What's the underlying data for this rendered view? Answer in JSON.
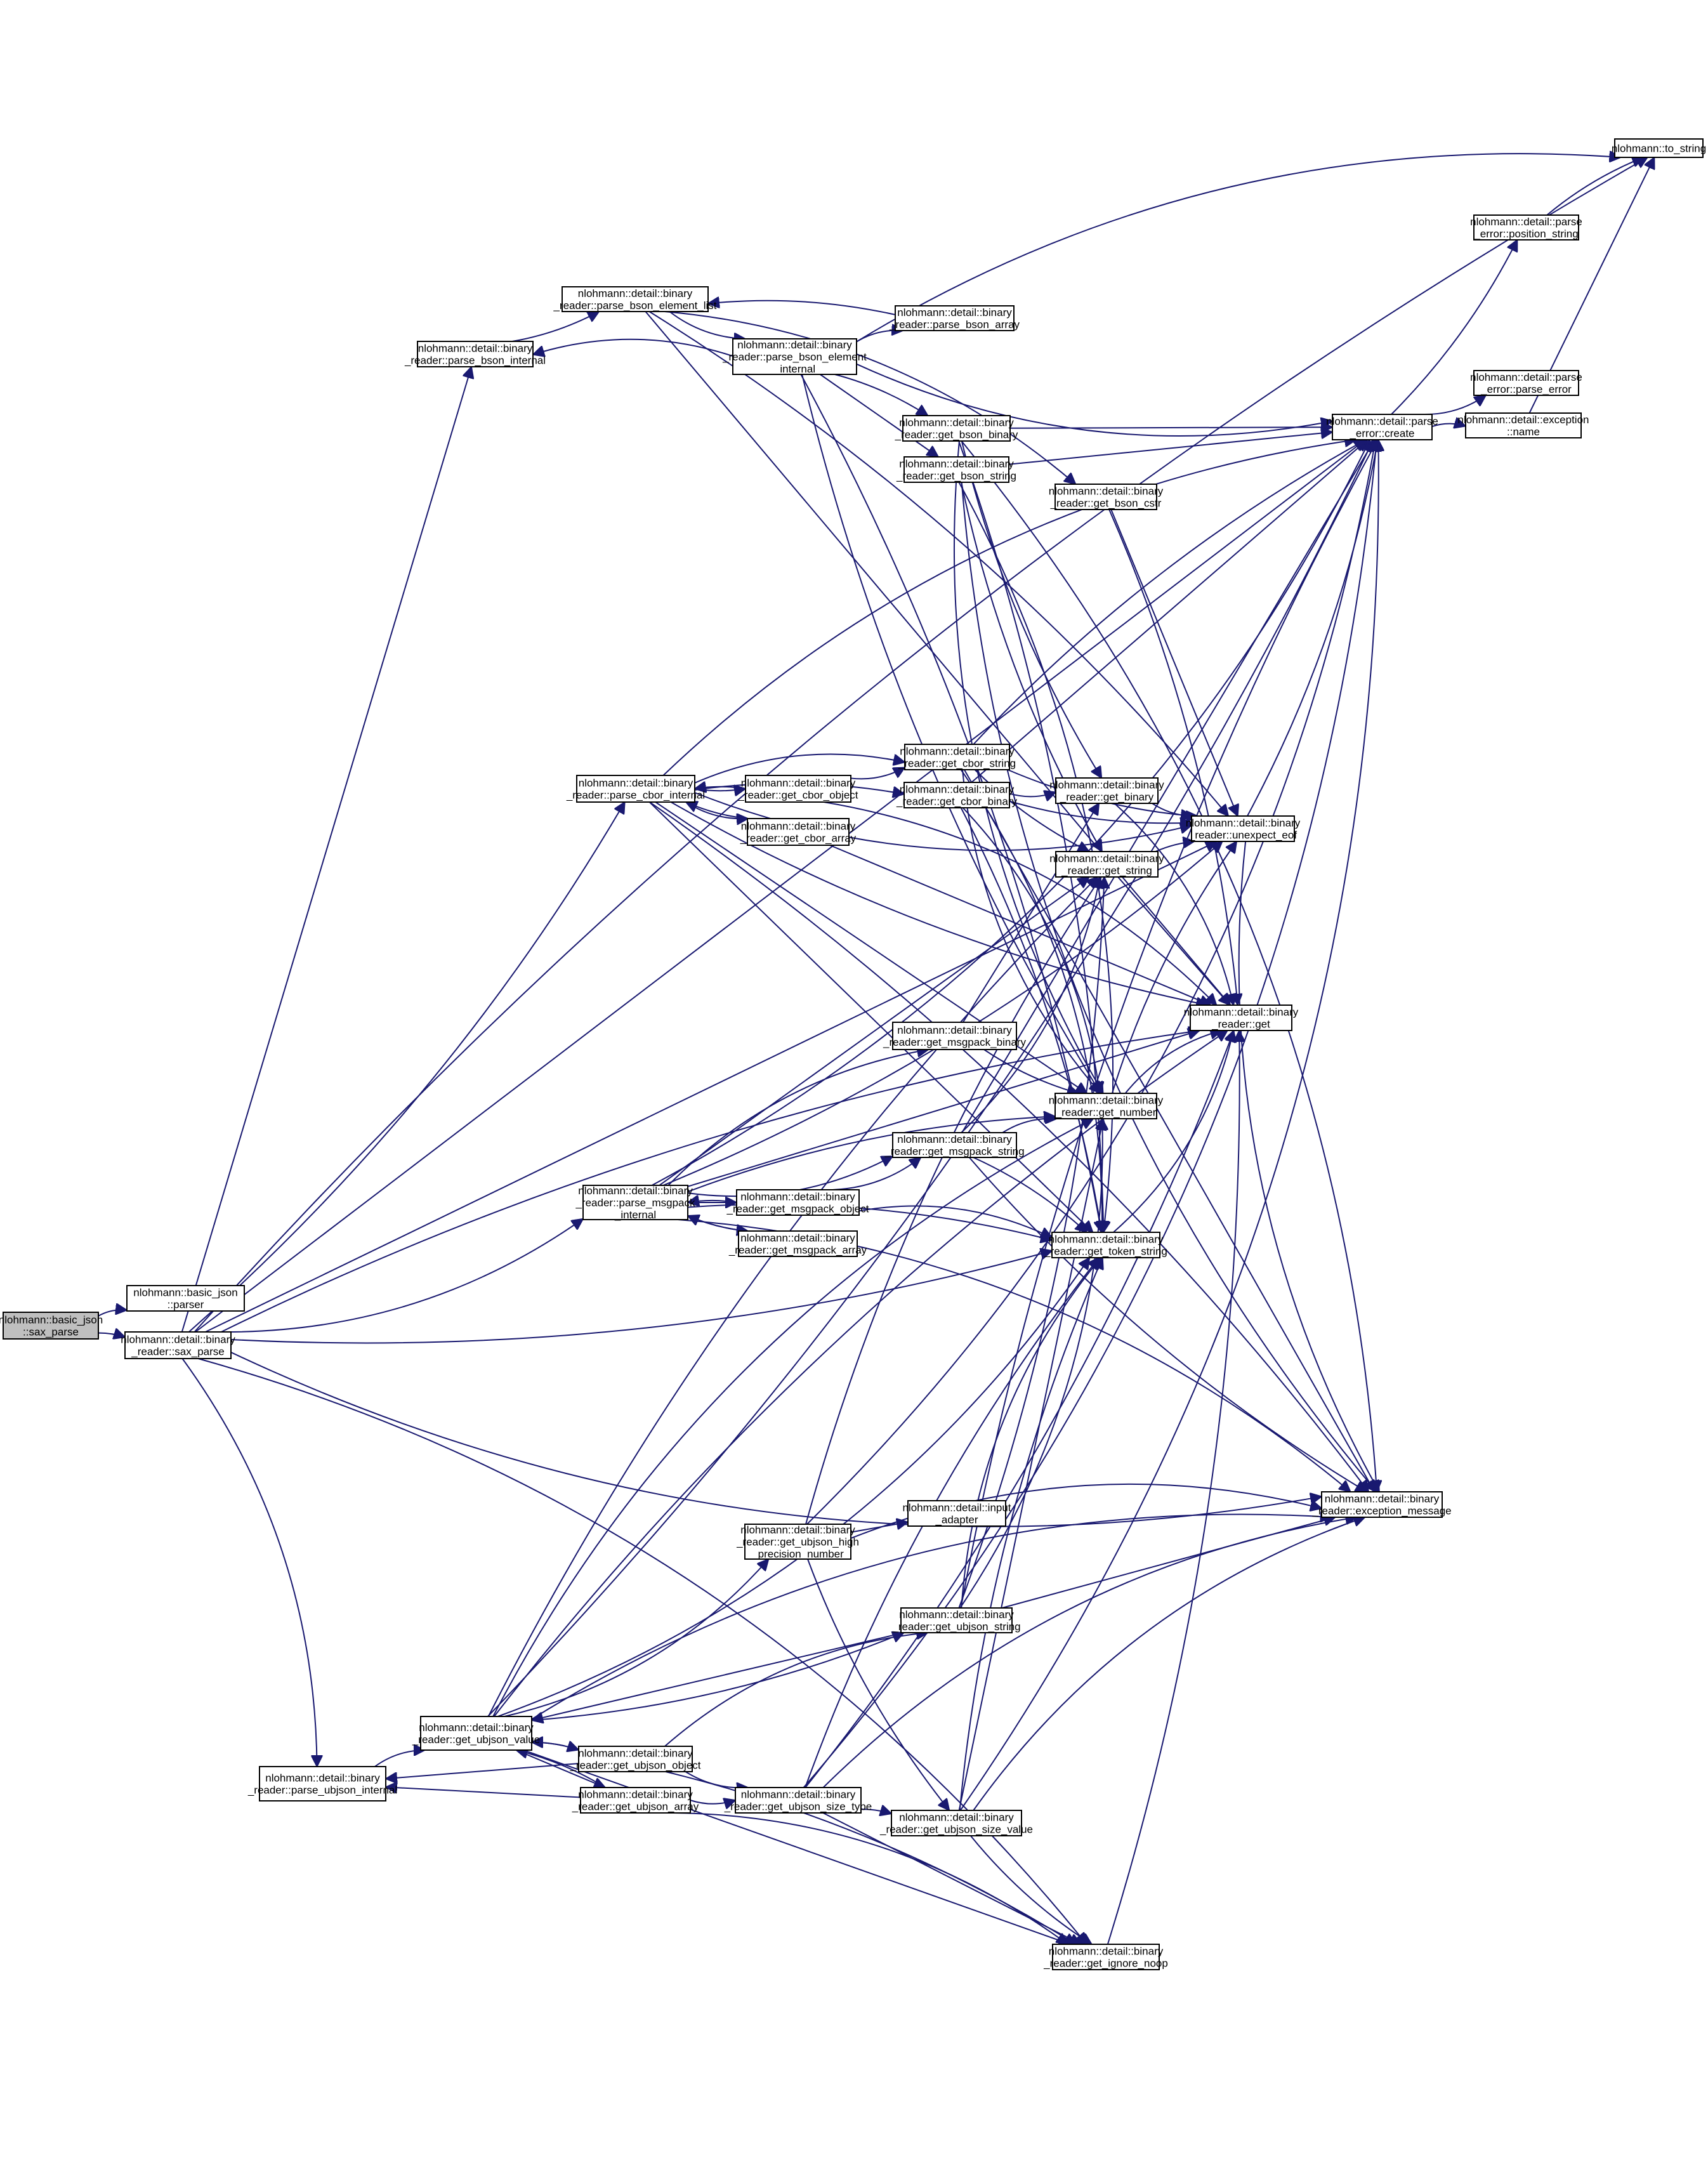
{
  "graph": {
    "type": "call-graph",
    "colors": {
      "edge": "#191970",
      "root_fill": "#bfbfbf",
      "node_fill": "#ffffff",
      "border": "#000000"
    },
    "nodes": [
      {
        "id": "root",
        "lines": [
          "nlohmann::basic_json",
          "::sax_parse"
        ],
        "root": true
      },
      {
        "id": "parser",
        "lines": [
          "nlohmann::basic_json",
          "::parser"
        ]
      },
      {
        "id": "sax_parse",
        "lines": [
          "nlohmann::detail::binary",
          "_reader::sax_parse"
        ]
      },
      {
        "id": "parse_bson_internal",
        "lines": [
          "nlohmann::detail::binary",
          "_reader::parse_bson_internal"
        ]
      },
      {
        "id": "parse_bson_element_list",
        "lines": [
          "nlohmann::detail::binary",
          "_reader::parse_bson_element_list"
        ]
      },
      {
        "id": "parse_bson_array",
        "lines": [
          "nlohmann::detail::binary",
          "_reader::parse_bson_array"
        ]
      },
      {
        "id": "parse_bson_element_internal",
        "lines": [
          "nlohmann::detail::binary",
          "_reader::parse_bson_element",
          "_internal"
        ]
      },
      {
        "id": "get_bson_binary",
        "lines": [
          "nlohmann::detail::binary",
          "_reader::get_bson_binary"
        ]
      },
      {
        "id": "get_bson_string",
        "lines": [
          "nlohmann::detail::binary",
          "_reader::get_bson_string"
        ]
      },
      {
        "id": "get_bson_cstr",
        "lines": [
          "nlohmann::detail::binary",
          "_reader::get_bson_cstr"
        ]
      },
      {
        "id": "create",
        "lines": [
          "nlohmann::detail::parse",
          "_error::create"
        ]
      },
      {
        "id": "position_string",
        "lines": [
          "nlohmann::detail::parse",
          "_error::position_string"
        ]
      },
      {
        "id": "parse_error",
        "lines": [
          "nlohmann::detail::parse",
          "_error::parse_error"
        ]
      },
      {
        "id": "exception_name",
        "lines": [
          "nlohmann::detail::exception",
          "::name"
        ]
      },
      {
        "id": "to_string",
        "lines": [
          "nlohmann::to_string"
        ]
      },
      {
        "id": "parse_cbor_internal",
        "lines": [
          "nlohmann::detail::binary",
          "_reader::parse_cbor_internal"
        ]
      },
      {
        "id": "get_cbor_object",
        "lines": [
          "nlohmann::detail::binary",
          "_reader::get_cbor_object"
        ]
      },
      {
        "id": "get_cbor_array",
        "lines": [
          "nlohmann::detail::binary",
          "_reader::get_cbor_array"
        ]
      },
      {
        "id": "get_cbor_string",
        "lines": [
          "nlohmann::detail::binary",
          "_reader::get_cbor_string"
        ]
      },
      {
        "id": "get_cbor_binary",
        "lines": [
          "nlohmann::detail::binary",
          "_reader::get_cbor_binary"
        ]
      },
      {
        "id": "get_binary",
        "lines": [
          "nlohmann::detail::binary",
          "_reader::get_binary"
        ]
      },
      {
        "id": "get_string",
        "lines": [
          "nlohmann::detail::binary",
          "_reader::get_string"
        ]
      },
      {
        "id": "unexpect_eof",
        "lines": [
          "nlohmann::detail::binary",
          "_reader::unexpect_eof"
        ]
      },
      {
        "id": "get",
        "lines": [
          "nlohmann::detail::binary",
          "_reader::get"
        ]
      },
      {
        "id": "get_msgpack_binary",
        "lines": [
          "nlohmann::detail::binary",
          "_reader::get_msgpack_binary"
        ]
      },
      {
        "id": "get_number",
        "lines": [
          "nlohmann::detail::binary",
          "_reader::get_number"
        ]
      },
      {
        "id": "get_msgpack_string",
        "lines": [
          "nlohmann::detail::binary",
          "_reader::get_msgpack_string"
        ]
      },
      {
        "id": "parse_msgpack_internal",
        "lines": [
          "nlohmann::detail::binary",
          "_reader::parse_msgpack",
          "_internal"
        ]
      },
      {
        "id": "get_msgpack_object",
        "lines": [
          "nlohmann::detail::binary",
          "_reader::get_msgpack_object"
        ]
      },
      {
        "id": "get_msgpack_array",
        "lines": [
          "nlohmann::detail::binary",
          "_reader::get_msgpack_array"
        ]
      },
      {
        "id": "get_token_string",
        "lines": [
          "nlohmann::detail::binary",
          "_reader::get_token_string"
        ]
      },
      {
        "id": "exception_message",
        "lines": [
          "nlohmann::detail::binary",
          "_reader::exception_message"
        ]
      },
      {
        "id": "input_adapter",
        "lines": [
          "nlohmann::detail::input",
          "_adapter"
        ]
      },
      {
        "id": "get_ubjson_high_precision_number",
        "lines": [
          "nlohmann::detail::binary",
          "_reader::get_ubjson_high",
          "_precision_number"
        ]
      },
      {
        "id": "get_ubjson_string",
        "lines": [
          "nlohmann::detail::binary",
          "_reader::get_ubjson_string"
        ]
      },
      {
        "id": "get_ubjson_value",
        "lines": [
          "nlohmann::detail::binary",
          "_reader::get_ubjson_value"
        ]
      },
      {
        "id": "parse_ubjson_internal",
        "lines": [
          "nlohmann::detail::binary",
          "_reader::parse_ubjson_internal"
        ]
      },
      {
        "id": "get_ubjson_object",
        "lines": [
          "nlohmann::detail::binary",
          "_reader::get_ubjson_object"
        ]
      },
      {
        "id": "get_ubjson_array",
        "lines": [
          "nlohmann::detail::binary",
          "_reader::get_ubjson_array"
        ]
      },
      {
        "id": "get_ubjson_size_type",
        "lines": [
          "nlohmann::detail::binary",
          "_reader::get_ubjson_size_type"
        ]
      },
      {
        "id": "get_ubjson_size_value",
        "lines": [
          "nlohmann::detail::binary",
          "_reader::get_ubjson_size_value"
        ]
      },
      {
        "id": "get_ignore_noop",
        "lines": [
          "nlohmann::detail::binary",
          "_reader::get_ignore_noop"
        ]
      }
    ],
    "edges": [
      [
        "root",
        "parser"
      ],
      [
        "root",
        "sax_parse"
      ],
      [
        "sax_parse",
        "parse_bson_internal"
      ],
      [
        "sax_parse",
        "parse_cbor_internal"
      ],
      [
        "sax_parse",
        "parse_msgpack_internal"
      ],
      [
        "sax_parse",
        "parse_ubjson_internal"
      ],
      [
        "sax_parse",
        "to_string"
      ],
      [
        "sax_parse",
        "create"
      ],
      [
        "sax_parse",
        "get_token_string"
      ],
      [
        "sax_parse",
        "exception_message"
      ],
      [
        "sax_parse",
        "get_ignore_noop"
      ],
      [
        "sax_parse",
        "get"
      ],
      [
        "sax_parse",
        "unexpect_eof"
      ],
      [
        "parse_bson_internal",
        "parse_bson_element_list"
      ],
      [
        "parse_bson_element_list",
        "parse_bson_element_internal"
      ],
      [
        "parse_bson_element_list",
        "get_bson_cstr"
      ],
      [
        "parse_bson_element_list",
        "unexpect_eof"
      ],
      [
        "parse_bson_element_list",
        "get"
      ],
      [
        "parse_bson_array",
        "parse_bson_element_list"
      ],
      [
        "parse_bson_element_internal",
        "parse_bson_internal"
      ],
      [
        "parse_bson_element_internal",
        "parse_bson_array"
      ],
      [
        "parse_bson_element_internal",
        "get_bson_binary"
      ],
      [
        "parse_bson_element_internal",
        "get_bson_string"
      ],
      [
        "parse_bson_element_internal",
        "get_number"
      ],
      [
        "parse_bson_element_internal",
        "create"
      ],
      [
        "parse_bson_element_internal",
        "to_string"
      ],
      [
        "parse_bson_element_internal",
        "get_token_string"
      ],
      [
        "get_bson_binary",
        "create"
      ],
      [
        "get_bson_binary",
        "get_binary"
      ],
      [
        "get_bson_binary",
        "get_number"
      ],
      [
        "get_bson_binary",
        "exception_message"
      ],
      [
        "get_bson_binary",
        "get_token_string"
      ],
      [
        "get_bson_string",
        "create"
      ],
      [
        "get_bson_string",
        "get_string"
      ],
      [
        "get_bson_string",
        "exception_message"
      ],
      [
        "get_bson_string",
        "get_token_string"
      ],
      [
        "get_bson_cstr",
        "get"
      ],
      [
        "get_bson_cstr",
        "unexpect_eof"
      ],
      [
        "create",
        "position_string"
      ],
      [
        "create",
        "parse_error"
      ],
      [
        "create",
        "exception_name"
      ],
      [
        "position_string",
        "to_string"
      ],
      [
        "exception_name",
        "to_string"
      ],
      [
        "parse_cbor_internal",
        "get_cbor_object"
      ],
      [
        "parse_cbor_internal",
        "get_cbor_array"
      ],
      [
        "parse_cbor_internal",
        "get_cbor_string"
      ],
      [
        "parse_cbor_internal",
        "get_cbor_binary"
      ],
      [
        "parse_cbor_internal",
        "get_number"
      ],
      [
        "parse_cbor_internal",
        "get"
      ],
      [
        "parse_cbor_internal",
        "unexpect_eof"
      ],
      [
        "parse_cbor_internal",
        "create"
      ],
      [
        "parse_cbor_internal",
        "exception_message"
      ],
      [
        "parse_cbor_internal",
        "get_token_string"
      ],
      [
        "get_cbor_object",
        "parse_cbor_internal"
      ],
      [
        "get_cbor_object",
        "get_cbor_string"
      ],
      [
        "get_cbor_object",
        "get"
      ],
      [
        "get_cbor_array",
        "parse_cbor_internal"
      ],
      [
        "get_cbor_array",
        "get"
      ],
      [
        "get_cbor_string",
        "get_string"
      ],
      [
        "get_cbor_string",
        "get_number"
      ],
      [
        "get_cbor_string",
        "get_token_string"
      ],
      [
        "get_cbor_string",
        "create"
      ],
      [
        "get_cbor_string",
        "exception_message"
      ],
      [
        "get_cbor_string",
        "unexpect_eof"
      ],
      [
        "get_cbor_binary",
        "get_binary"
      ],
      [
        "get_cbor_binary",
        "get_number"
      ],
      [
        "get_cbor_binary",
        "get_token_string"
      ],
      [
        "get_cbor_binary",
        "create"
      ],
      [
        "get_cbor_binary",
        "unexpect_eof"
      ],
      [
        "get_binary",
        "unexpect_eof"
      ],
      [
        "get_binary",
        "get"
      ],
      [
        "get_string",
        "unexpect_eof"
      ],
      [
        "get_string",
        "get"
      ],
      [
        "unexpect_eof",
        "create"
      ],
      [
        "unexpect_eof",
        "exception_message"
      ],
      [
        "get_number",
        "get"
      ],
      [
        "get_number",
        "unexpect_eof"
      ],
      [
        "parse_msgpack_internal",
        "get_msgpack_object"
      ],
      [
        "parse_msgpack_internal",
        "get_msgpack_array"
      ],
      [
        "parse_msgpack_internal",
        "get_msgpack_string"
      ],
      [
        "parse_msgpack_internal",
        "get_msgpack_binary"
      ],
      [
        "parse_msgpack_internal",
        "get_number"
      ],
      [
        "parse_msgpack_internal",
        "get"
      ],
      [
        "parse_msgpack_internal",
        "unexpect_eof"
      ],
      [
        "parse_msgpack_internal",
        "create"
      ],
      [
        "parse_msgpack_internal",
        "exception_message"
      ],
      [
        "parse_msgpack_internal",
        "get_token_string"
      ],
      [
        "parse_msgpack_internal",
        "get_string"
      ],
      [
        "get_msgpack_object",
        "parse_msgpack_internal"
      ],
      [
        "get_msgpack_object",
        "get_msgpack_string"
      ],
      [
        "get_msgpack_object",
        "get_token_string"
      ],
      [
        "get_msgpack_array",
        "parse_msgpack_internal"
      ],
      [
        "get_msgpack_binary",
        "get_binary"
      ],
      [
        "get_msgpack_binary",
        "get_number"
      ],
      [
        "get_msgpack_string",
        "get_string"
      ],
      [
        "get_msgpack_string",
        "get_number"
      ],
      [
        "get_msgpack_string",
        "get_token_string"
      ],
      [
        "get_msgpack_string",
        "create"
      ],
      [
        "get_msgpack_string",
        "exception_message"
      ],
      [
        "get_token_string",
        "get"
      ],
      [
        "parse_ubjson_internal",
        "get_ubjson_value"
      ],
      [
        "get_ubjson_value",
        "get_ubjson_object"
      ],
      [
        "get_ubjson_value",
        "get_ubjson_array"
      ],
      [
        "get_ubjson_value",
        "get_ubjson_string"
      ],
      [
        "get_ubjson_value",
        "get_ubjson_high_precision_number"
      ],
      [
        "get_ubjson_value",
        "get_number"
      ],
      [
        "get_ubjson_value",
        "get"
      ],
      [
        "get_ubjson_value",
        "get_ignore_noop"
      ],
      [
        "get_ubjson_value",
        "create"
      ],
      [
        "get_ubjson_value",
        "get_token_string"
      ],
      [
        "get_ubjson_value",
        "exception_message"
      ],
      [
        "get_ubjson_value",
        "get_string"
      ],
      [
        "get_ubjson_object",
        "parse_ubjson_internal"
      ],
      [
        "get_ubjson_object",
        "get_ubjson_value"
      ],
      [
        "get_ubjson_object",
        "get_ubjson_size_type"
      ],
      [
        "get_ubjson_object",
        "get_ubjson_string"
      ],
      [
        "get_ubjson_object",
        "get_ignore_noop"
      ],
      [
        "get_ubjson_array",
        "parse_ubjson_internal"
      ],
      [
        "get_ubjson_array",
        "get_ubjson_value"
      ],
      [
        "get_ubjson_array",
        "get_ubjson_size_type"
      ],
      [
        "get_ubjson_array",
        "get_ignore_noop"
      ],
      [
        "get_ubjson_size_type",
        "get_ubjson_size_value"
      ],
      [
        "get_ubjson_size_type",
        "get_ignore_noop"
      ],
      [
        "get_ubjson_size_type",
        "get"
      ],
      [
        "get_ubjson_size_type",
        "create"
      ],
      [
        "get_ubjson_size_type",
        "exception_message"
      ],
      [
        "get_ubjson_size_type",
        "get_token_string"
      ],
      [
        "get_ubjson_size_value",
        "get_number"
      ],
      [
        "get_ubjson_size_value",
        "get_ignore_noop"
      ],
      [
        "get_ubjson_size_value",
        "create"
      ],
      [
        "get_ubjson_size_value",
        "exception_message"
      ],
      [
        "get_ubjson_size_value",
        "get_token_string"
      ],
      [
        "get_ubjson_high_precision_number",
        "input_adapter"
      ],
      [
        "get_ubjson_high_precision_number",
        "get_ubjson_size_value"
      ],
      [
        "get_ubjson_high_precision_number",
        "create"
      ],
      [
        "get_ubjson_high_precision_number",
        "exception_message"
      ],
      [
        "get_ubjson_high_precision_number",
        "get_string"
      ],
      [
        "get_ubjson_string",
        "get_ubjson_value"
      ],
      [
        "get_ubjson_string",
        "get_string"
      ],
      [
        "get_ubjson_string",
        "get_number"
      ],
      [
        "get_ubjson_string",
        "get_token_string"
      ],
      [
        "get_ubjson_string",
        "create"
      ],
      [
        "get_ubjson_string",
        "exception_message"
      ],
      [
        "get_ignore_noop",
        "get"
      ]
    ]
  }
}
